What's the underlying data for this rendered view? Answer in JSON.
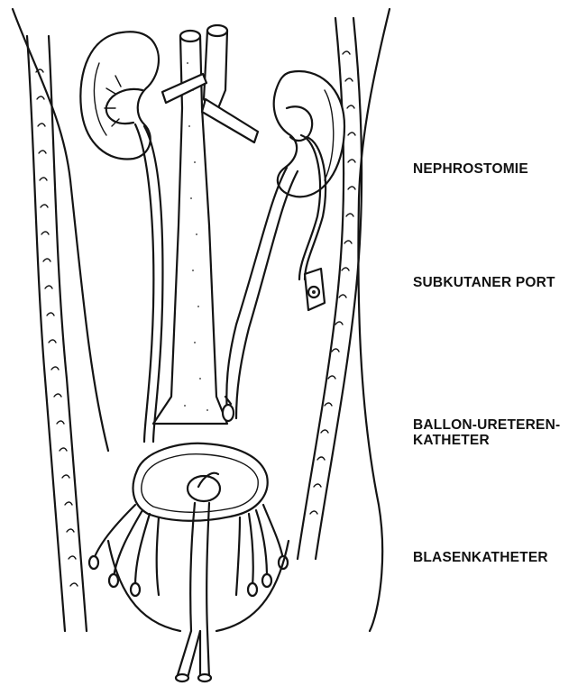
{
  "labels": {
    "nephrostomie": "NEPHROSTOMIE",
    "subkutaner_port": "SUBKUTANER PORT",
    "ballon_line1": "BALLON-URETEREN-",
    "ballon_line2": "KATHETER",
    "blasenkatheter": "BLASENKATHETER"
  },
  "colors": {
    "ink": "#141414",
    "background": "#ffffff"
  }
}
